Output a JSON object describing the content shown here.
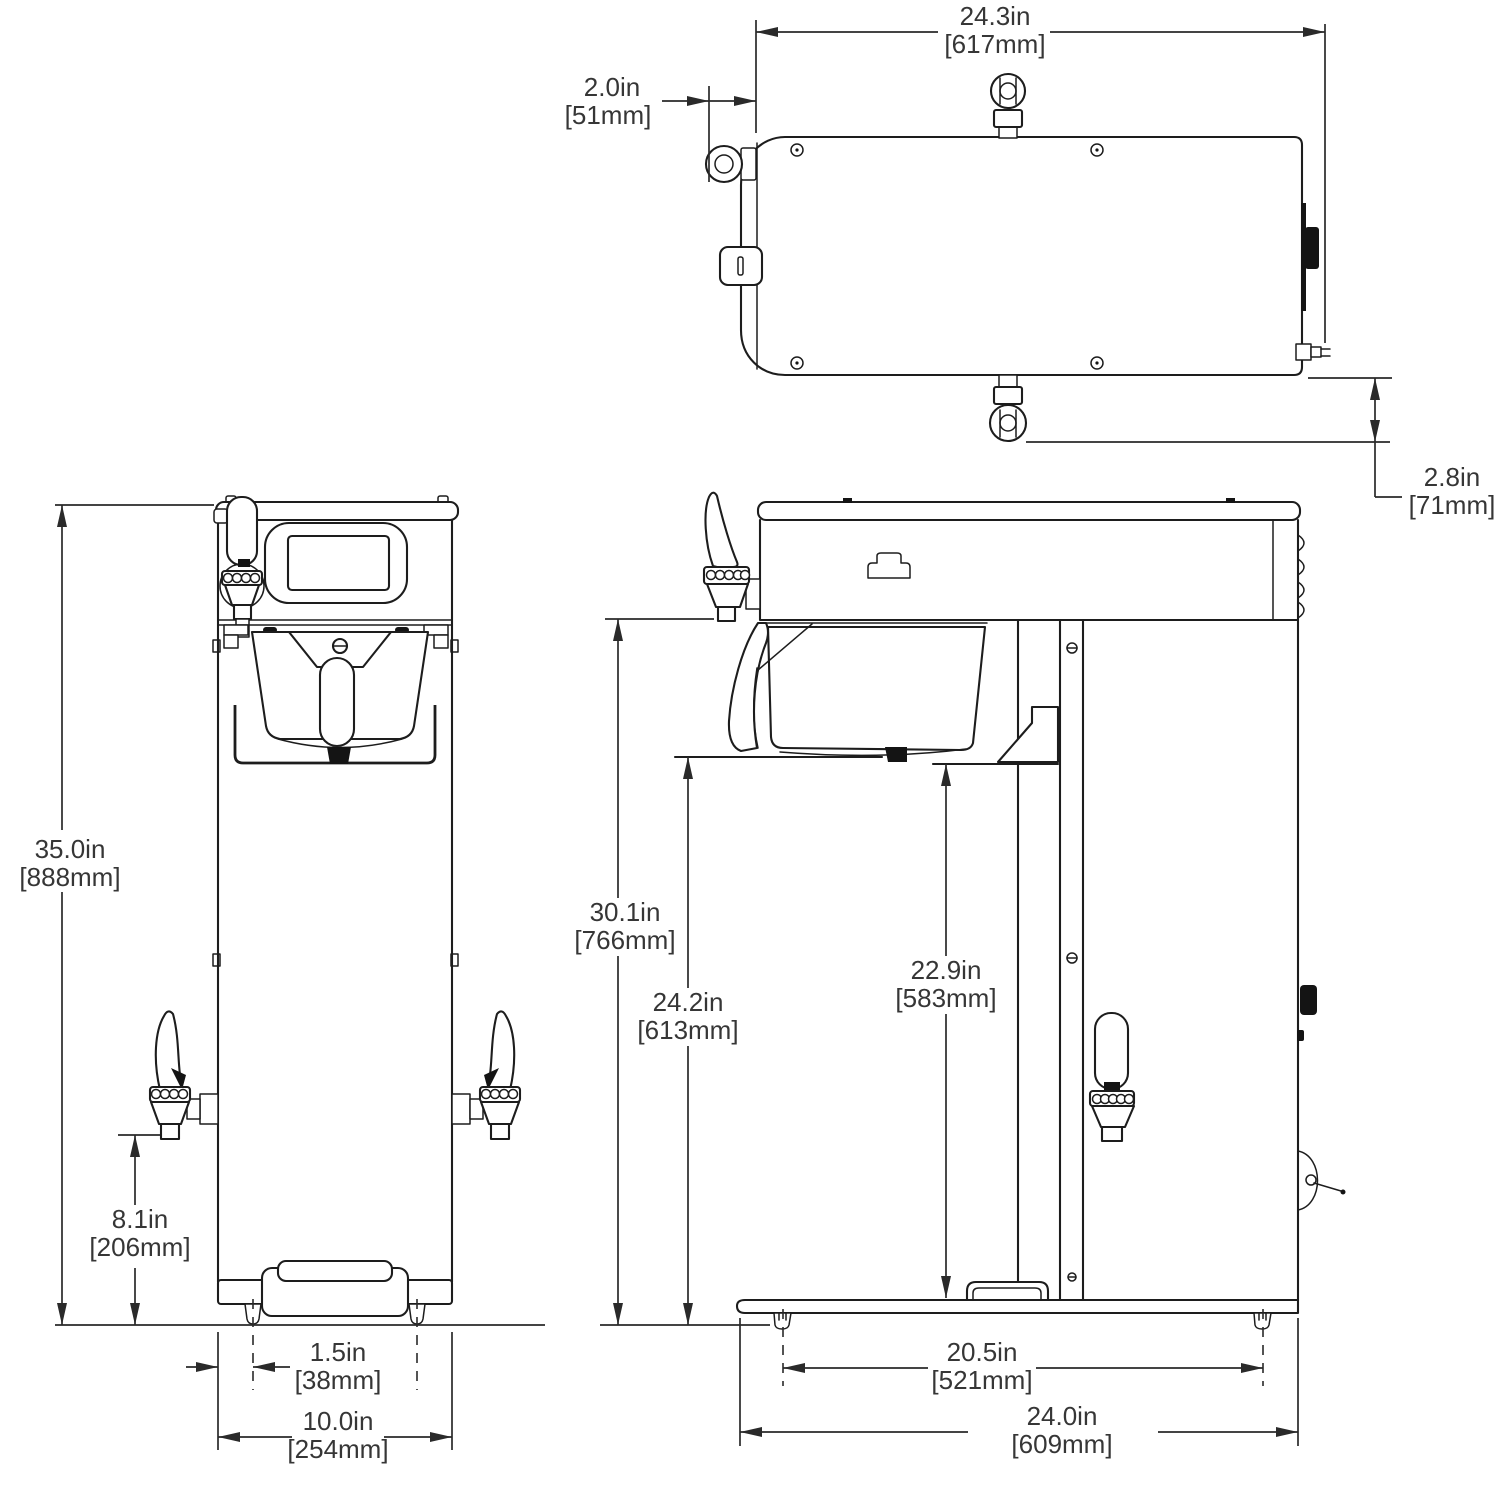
{
  "dimensions": {
    "top_width": {
      "inches": "24.3in",
      "mm": "[617mm]"
    },
    "faucet_projection": {
      "inches": "2.0in",
      "mm": "[51mm]"
    },
    "rear_fitting_drop": {
      "inches": "2.8in",
      "mm": "[71mm]"
    },
    "overall_height": {
      "inches": "35.0in",
      "mm": "[888mm]"
    },
    "faucet_height": {
      "inches": "8.1in",
      "mm": "[206mm]"
    },
    "foot_inset": {
      "inches": "1.5in",
      "mm": "[38mm]"
    },
    "overall_width": {
      "inches": "10.0in",
      "mm": "[254mm]"
    },
    "counter_clearance": {
      "inches": "30.1in",
      "mm": "[766mm]"
    },
    "funnel_clearance": {
      "inches": "24.2in",
      "mm": "[613mm]"
    },
    "server_clearance": {
      "inches": "22.9in",
      "mm": "[583mm]"
    },
    "foot_spacing": {
      "inches": "20.5in",
      "mm": "[521mm]"
    },
    "overall_depth": {
      "inches": "24.0in",
      "mm": "[609mm]"
    }
  }
}
